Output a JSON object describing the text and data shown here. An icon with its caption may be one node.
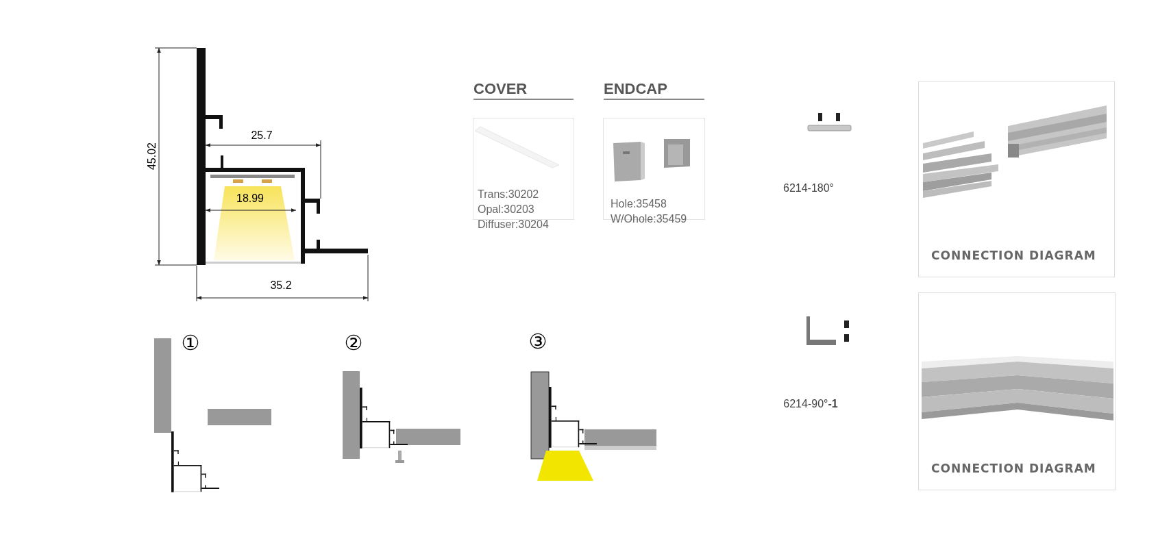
{
  "diagram": {
    "nodes": [
      {
        "text": [
          "COVER",
          "Trans:30202",
          "Opal:30203",
          "Diffuser:30204"
        ]
      },
      {
        "text": [
          "ENDCAP",
          "Hole:35458",
          "W/Ohole:35459"
        ]
      },
      {
        "text": [
          "CONNECTION DIAGRAM"
        ]
      },
      {
        "text": [
          "CONNECTION DIAGRAM"
        ]
      }
    ],
    "labels": [
      "45.02",
      "25.7",
      "18.99",
      "35.2",
      "6214-180°",
      "①",
      "②",
      "③",
      "6214-90°**-1**"
    ]
  }
}
